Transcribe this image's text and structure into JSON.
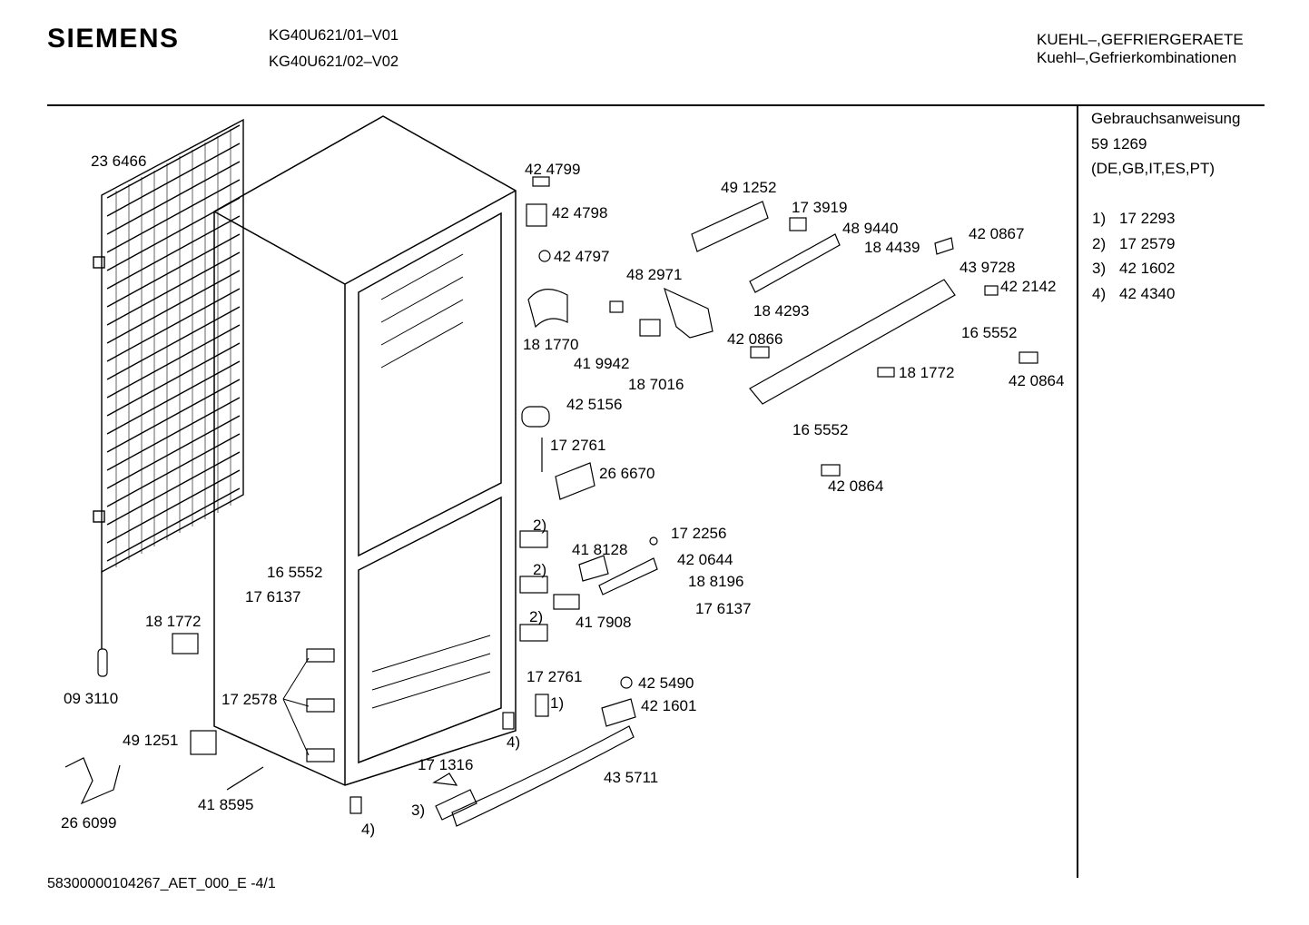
{
  "header": {
    "brand": "SIEMENS",
    "models": [
      "KG40U621/01–V01",
      "KG40U621/02–V02"
    ],
    "category": "KUEHL–,GEFRIERGERAETE",
    "subcategory": "Kuehl–,Gefrierkombinationen"
  },
  "sidebar": {
    "manual_title": "Gebrauchsanweisung",
    "manual_number": "59 1269",
    "manual_languages": "(DE,GB,IT,ES,PT)",
    "notes": [
      {
        "num": "1)",
        "part": "17 2293"
      },
      {
        "num": "2)",
        "part": "17 2579"
      },
      {
        "num": "3)",
        "part": "42 1602"
      },
      {
        "num": "4)",
        "part": "42 4340"
      }
    ]
  },
  "parts": [
    "23 6466",
    "42 4799",
    "42 4798",
    "42 4797",
    "48 2971",
    "18 1770",
    "41 9942",
    "18 7016",
    "49 1252",
    "17 3919",
    "48 9440",
    "18 4439",
    "42 0867",
    "43 9728",
    "42 2142",
    "18 4293",
    "16 5552",
    "42 0866",
    "18 1772",
    "42 0864",
    "16 5552",
    "42 0864",
    "42 5156",
    "17 2761",
    "26 6670",
    "2)",
    "2)",
    "2)",
    "17 2256",
    "41 8128",
    "42 0644",
    "18 8196",
    "17 6137",
    "41 7908",
    "16 5552",
    "17 6137",
    "18 1772",
    "09 3110",
    "17 2578",
    "17 2761",
    "1)",
    "42 5490",
    "42 1601",
    "49 1251",
    "4)",
    "26 6099",
    "41 8595",
    "17 1316",
    "3)",
    "43 5711",
    "4)"
  ],
  "footer": {
    "doc_id": "58300000104267_AET_000_E -4/1"
  }
}
